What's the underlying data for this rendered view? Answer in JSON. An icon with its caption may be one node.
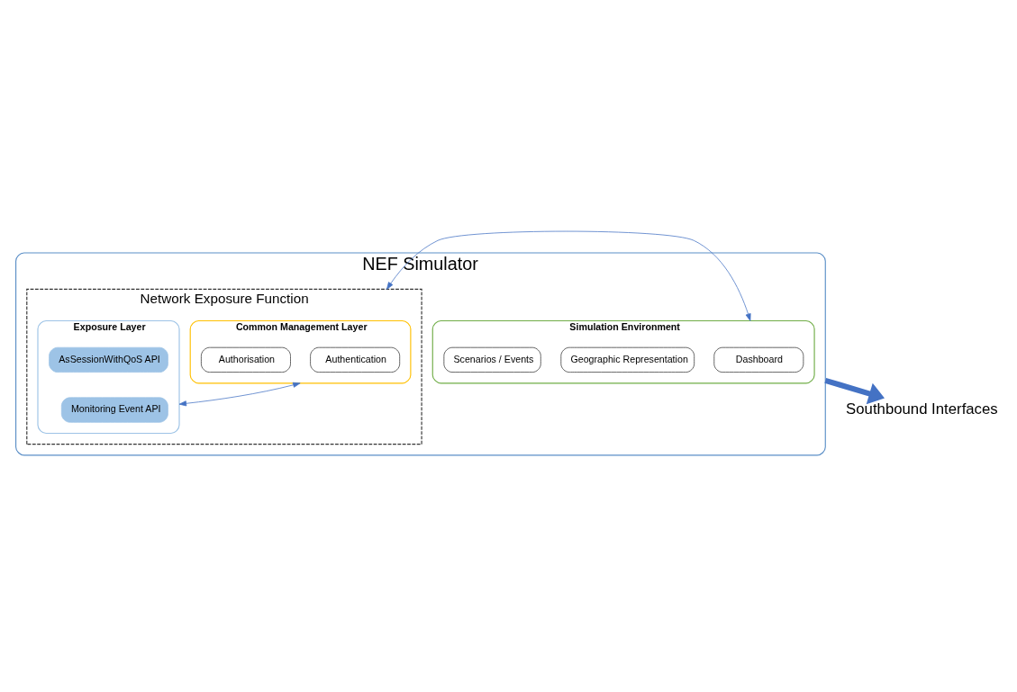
{
  "diagram": {
    "nodes": [
      {
        "text": [
          "NEF Simulator"
        ]
      },
      {
        "text": [
          "Simulation Environment"
        ],
        "in": 0
      },
      {
        "text": [
          "Dashboard"
        ],
        "in": 1
      },
      {
        "text": [
          "Geographic Representation"
        ],
        "in": 1
      },
      {
        "text": [
          "Scenarios / Events"
        ],
        "in": 1
      },
      {
        "text": [
          "Network Exposure Function"
        ],
        "in": 0
      },
      {
        "text": [
          "Common Management Layer"
        ],
        "in": 5
      },
      {
        "text": [
          "Authentication"
        ],
        "in": 6
      },
      {
        "text": [
          "Authorisation"
        ],
        "in": 6
      },
      {
        "text": [
          "Exposure Layer"
        ],
        "in": 5
      },
      {
        "text": [
          "Monitoring Event API"
        ],
        "in": 9
      },
      {
        "text": [
          "AsSessionWithQoS API"
        ],
        "in": 9
      },
      {
        "text": [
          "Southbound Interfaces"
        ]
      }
    ],
    "edges": [
      {
        "from": 1,
        "to": 5,
        "arrow": "both"
      },
      {
        "from": 6,
        "to": 9,
        "arrow": "both"
      },
      {
        "from": 0,
        "to": 12,
        "arrow": "to",
        "style": "thick"
      }
    ]
  }
}
